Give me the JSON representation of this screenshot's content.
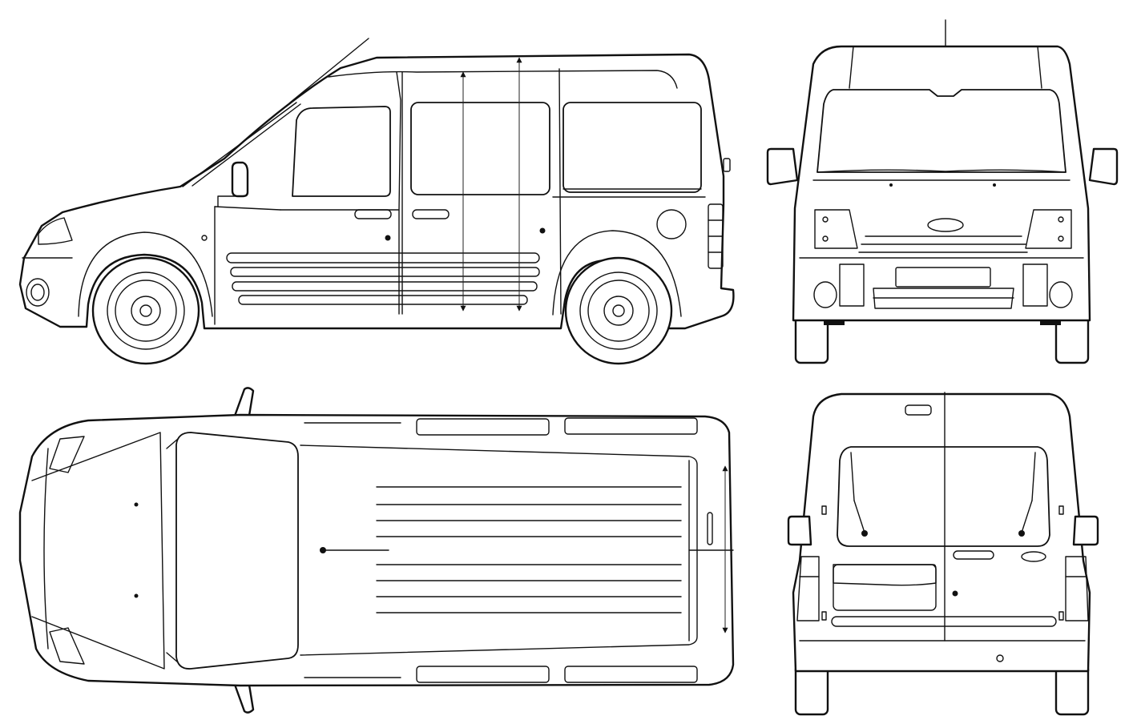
{
  "drawing": {
    "subject": "",
    "views": [
      {
        "id": "side",
        "name": ""
      },
      {
        "id": "front",
        "name": ""
      },
      {
        "id": "top",
        "name": ""
      },
      {
        "id": "rear",
        "name": ""
      }
    ]
  },
  "colors": {
    "line": "#111111",
    "background": "#ffffff"
  },
  "icons": [
    "ford-oval-logo-icon"
  ]
}
